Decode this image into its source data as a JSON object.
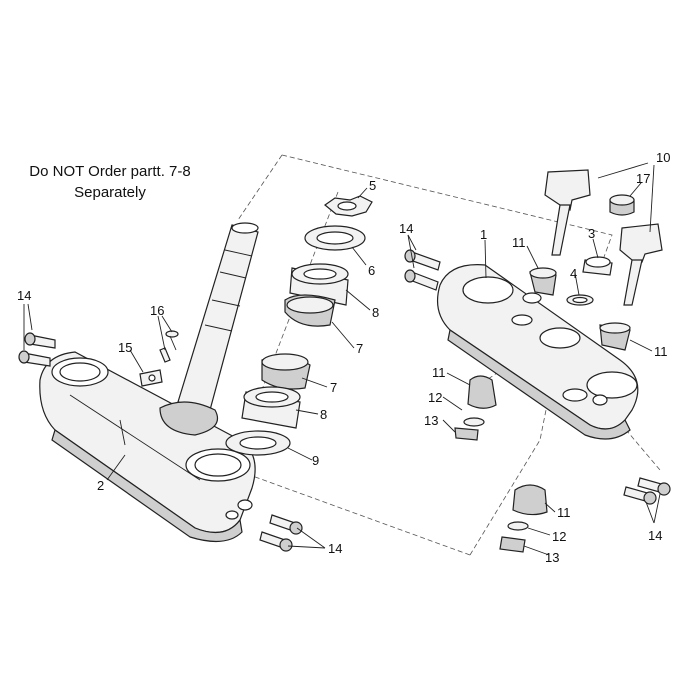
{
  "note": {
    "line1": "Do NOT Order partt. 7-8",
    "line2": "Separately"
  },
  "callouts": [
    {
      "id": "c1",
      "text": "1"
    },
    {
      "id": "c2",
      "text": "2"
    },
    {
      "id": "c3",
      "text": "3"
    },
    {
      "id": "c4",
      "text": "4"
    },
    {
      "id": "c5",
      "text": "5"
    },
    {
      "id": "c6",
      "text": "6"
    },
    {
      "id": "c7a",
      "text": "7"
    },
    {
      "id": "c7b",
      "text": "7"
    },
    {
      "id": "c8a",
      "text": "8"
    },
    {
      "id": "c8b",
      "text": "8"
    },
    {
      "id": "c9",
      "text": "9"
    },
    {
      "id": "c10",
      "text": "10"
    },
    {
      "id": "c11a",
      "text": "11"
    },
    {
      "id": "c11b",
      "text": "11"
    },
    {
      "id": "c11c",
      "text": "11"
    },
    {
      "id": "c11d",
      "text": "11"
    },
    {
      "id": "c12a",
      "text": "12"
    },
    {
      "id": "c12b",
      "text": "12"
    },
    {
      "id": "c13a",
      "text": "13"
    },
    {
      "id": "c13b",
      "text": "13"
    },
    {
      "id": "c14a",
      "text": "14"
    },
    {
      "id": "c14b",
      "text": "14"
    },
    {
      "id": "c14c",
      "text": "14"
    },
    {
      "id": "c14d",
      "text": "14"
    },
    {
      "id": "c15",
      "text": "15"
    },
    {
      "id": "c16",
      "text": "16"
    },
    {
      "id": "c17",
      "text": "17"
    }
  ]
}
